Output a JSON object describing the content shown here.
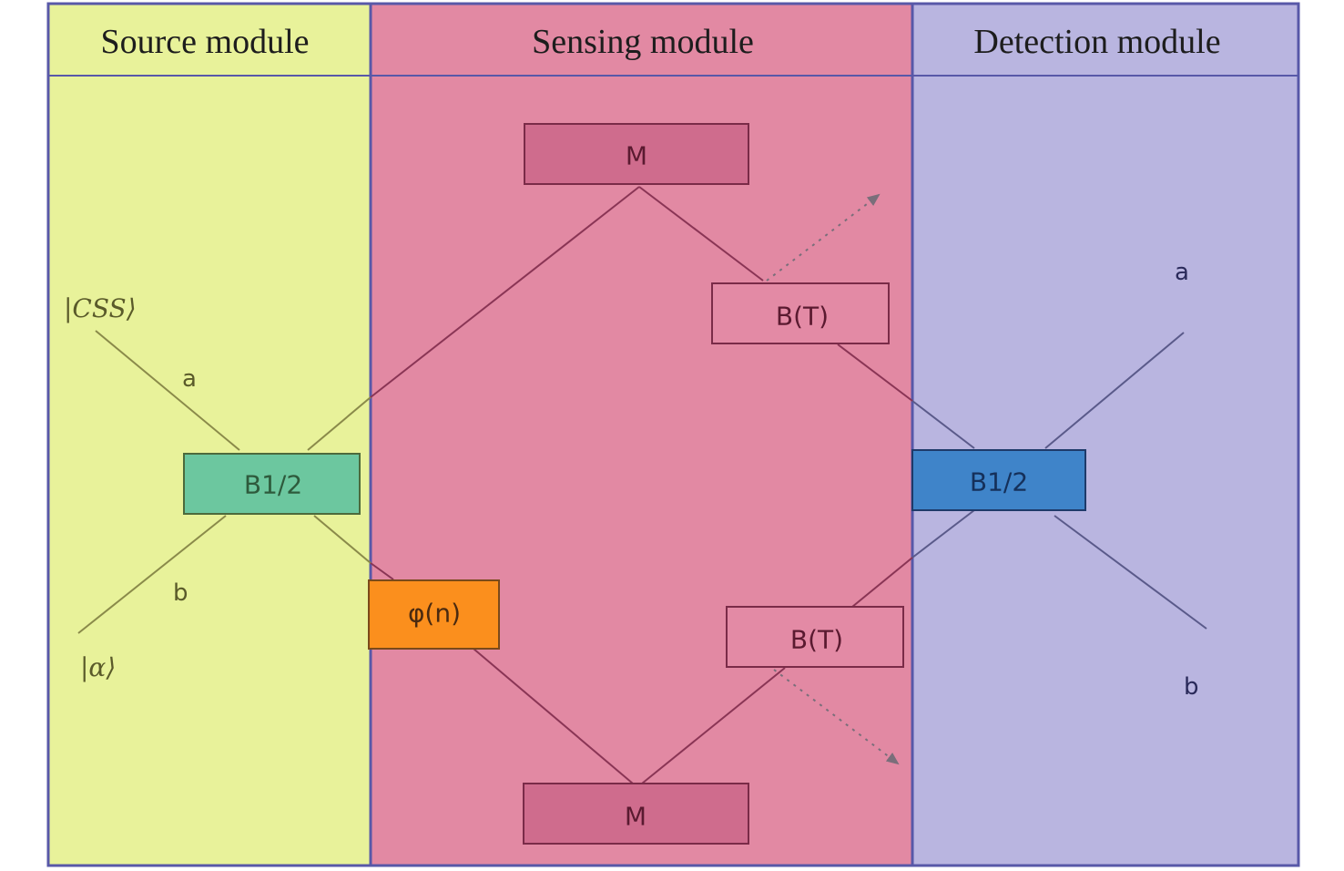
{
  "panels": {
    "source": {
      "title": "Source module",
      "color": "#e8f29a"
    },
    "sensing": {
      "title": "Sensing module",
      "color": "#e289a3"
    },
    "detection": {
      "title": "Detection module",
      "color": "#b9b5e0"
    }
  },
  "source": {
    "beamsplitter": "B1/2",
    "state_top": "|CSS⟩",
    "state_bottom": "|α⟩",
    "port_a": "a",
    "port_b": "b",
    "beamsplitter_color": "#6cc79f"
  },
  "sensing": {
    "mirror_top": "M",
    "mirror_bottom": "M",
    "loss_top": "B(T)",
    "loss_bottom": "B(T)",
    "phase": "φ(n)",
    "phase_color": "#fb8f1d"
  },
  "detection": {
    "beamsplitter": "B1/2",
    "port_a": "a",
    "port_b": "b",
    "beamsplitter_color": "#3f84c9"
  }
}
